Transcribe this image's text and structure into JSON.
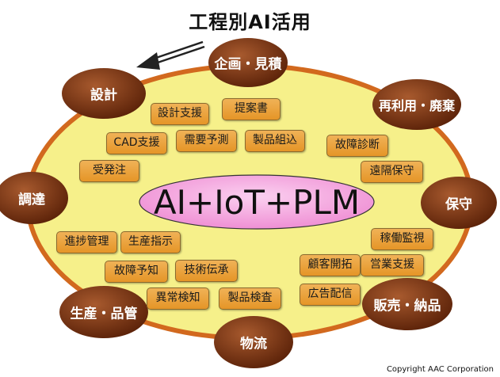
{
  "title": "工程別AI活用",
  "center_label": "AI+IoT+PLM",
  "stages": [
    {
      "id": "planning",
      "label": "企画・見積"
    },
    {
      "id": "design",
      "label": "設計"
    },
    {
      "id": "reuse",
      "label": "再利用・廃棄"
    },
    {
      "id": "procurement",
      "label": "調達"
    },
    {
      "id": "maintenance",
      "label": "保守"
    },
    {
      "id": "production",
      "label": "生産・品管"
    },
    {
      "id": "sales",
      "label": "販売・納品"
    },
    {
      "id": "logistics",
      "label": "物流"
    }
  ],
  "activities": [
    {
      "id": "design-support",
      "label": "設計支援"
    },
    {
      "id": "proposal",
      "label": "提案書"
    },
    {
      "id": "cad-support",
      "label": "CAD支援"
    },
    {
      "id": "demand-forecast",
      "label": "需要予測"
    },
    {
      "id": "product-assembly",
      "label": "製品組込"
    },
    {
      "id": "failure-diagnosis",
      "label": "故障診断"
    },
    {
      "id": "order-receipt",
      "label": "受発注"
    },
    {
      "id": "remote-maintenance",
      "label": "遠隔保守"
    },
    {
      "id": "progress-management",
      "label": "進捗管理"
    },
    {
      "id": "production-instruction",
      "label": "生産指示"
    },
    {
      "id": "operation-monitoring",
      "label": "稼働監視"
    },
    {
      "id": "failure-prediction",
      "label": "故障予知"
    },
    {
      "id": "skill-transfer",
      "label": "技術伝承"
    },
    {
      "id": "customer-development",
      "label": "顧客開拓"
    },
    {
      "id": "sales-support",
      "label": "営業支援"
    },
    {
      "id": "anomaly-detection",
      "label": "異常検知"
    },
    {
      "id": "product-inspection",
      "label": "製品検査"
    },
    {
      "id": "ad-delivery",
      "label": "広告配信"
    }
  ],
  "copyright": "Copyright AAC Corporation",
  "colors": {
    "outer_ring_fill": "#f6f08a",
    "outer_ring_stroke": "#d2691e",
    "center_fill": "#f5a6e0",
    "stage_fill": "#7a3413",
    "activity_fill": "#eea344"
  }
}
